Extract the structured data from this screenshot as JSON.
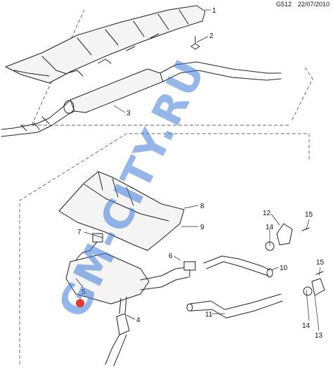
{
  "header": {
    "code": "G512",
    "date": "22/07/2010"
  },
  "callouts": [
    "1",
    "2",
    "3",
    "4",
    "5",
    "6",
    "7",
    "8",
    "9",
    "10",
    "11",
    "12",
    "13",
    "14",
    "14",
    "15",
    "15"
  ],
  "watermark": {
    "text": "GM-CITY.RU",
    "color": "#3f7bd6"
  },
  "colors": {
    "line": "#222222",
    "watermark_dot": "#e23a2e"
  }
}
